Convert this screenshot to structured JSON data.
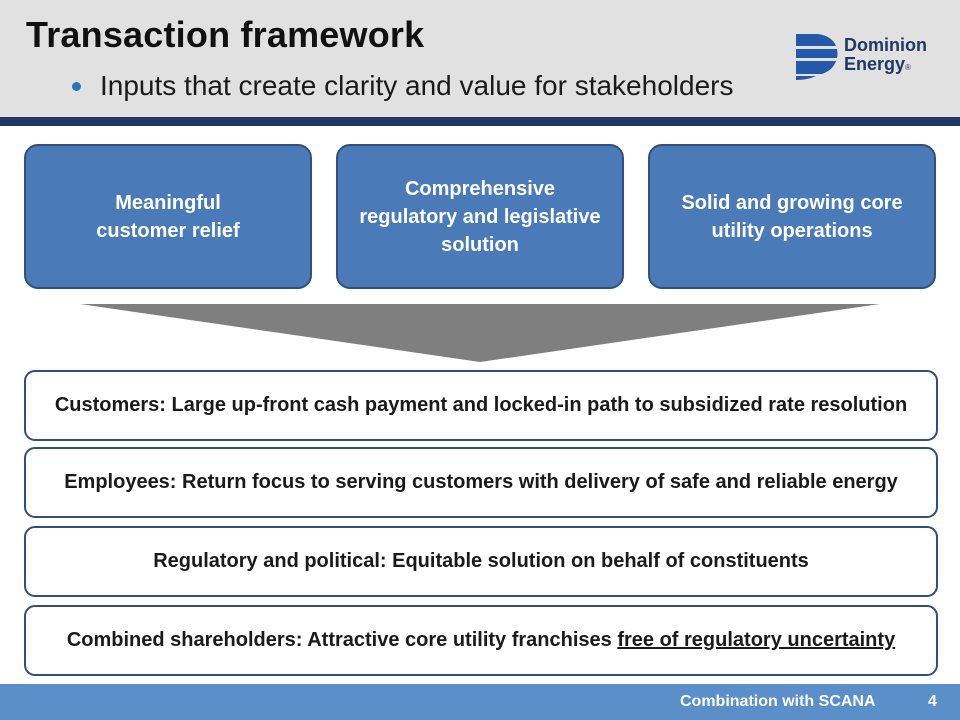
{
  "header": {
    "title": "Transaction framework",
    "subtitle": "Inputs that create clarity and value for stakeholders",
    "logo": {
      "line1": "Dominion",
      "line2": "Energy",
      "mark": "®",
      "icon": "dominion-energy-logo-icon",
      "color": "#1f3864"
    }
  },
  "inputs": [
    {
      "line1": "Meaningful",
      "line2": "customer relief",
      "line3": ""
    },
    {
      "line1": "Comprehensive",
      "line2": "regulatory and legislative",
      "line3": "solution"
    },
    {
      "line1": "Solid and growing core",
      "line2": "utility operations",
      "line3": ""
    }
  ],
  "stakeholders": [
    {
      "text": "Customers: Large up-front cash payment and locked-in path to subsidized rate resolution",
      "underlined": ""
    },
    {
      "text": "Employees: Return focus to serving customers with delivery of safe and reliable energy",
      "underlined": ""
    },
    {
      "text": "Regulatory and political: Equitable solution on behalf of constituents",
      "underlined": ""
    },
    {
      "text": "Combined shareholders: Attractive core utility franchises ",
      "underlined": "free of regulatory uncertainty"
    }
  ],
  "footer": {
    "label": "Combination with SCANA",
    "page_number": "4"
  },
  "colors": {
    "header_bg": "#e1e1e1",
    "header_rule": "#1f3864",
    "input_box": "#4a7ab8",
    "box_border": "#2f4f7f",
    "funnel": "#7f7f7f",
    "footer_bg": "#5b8fc9",
    "bullet": "#2e75b6"
  }
}
